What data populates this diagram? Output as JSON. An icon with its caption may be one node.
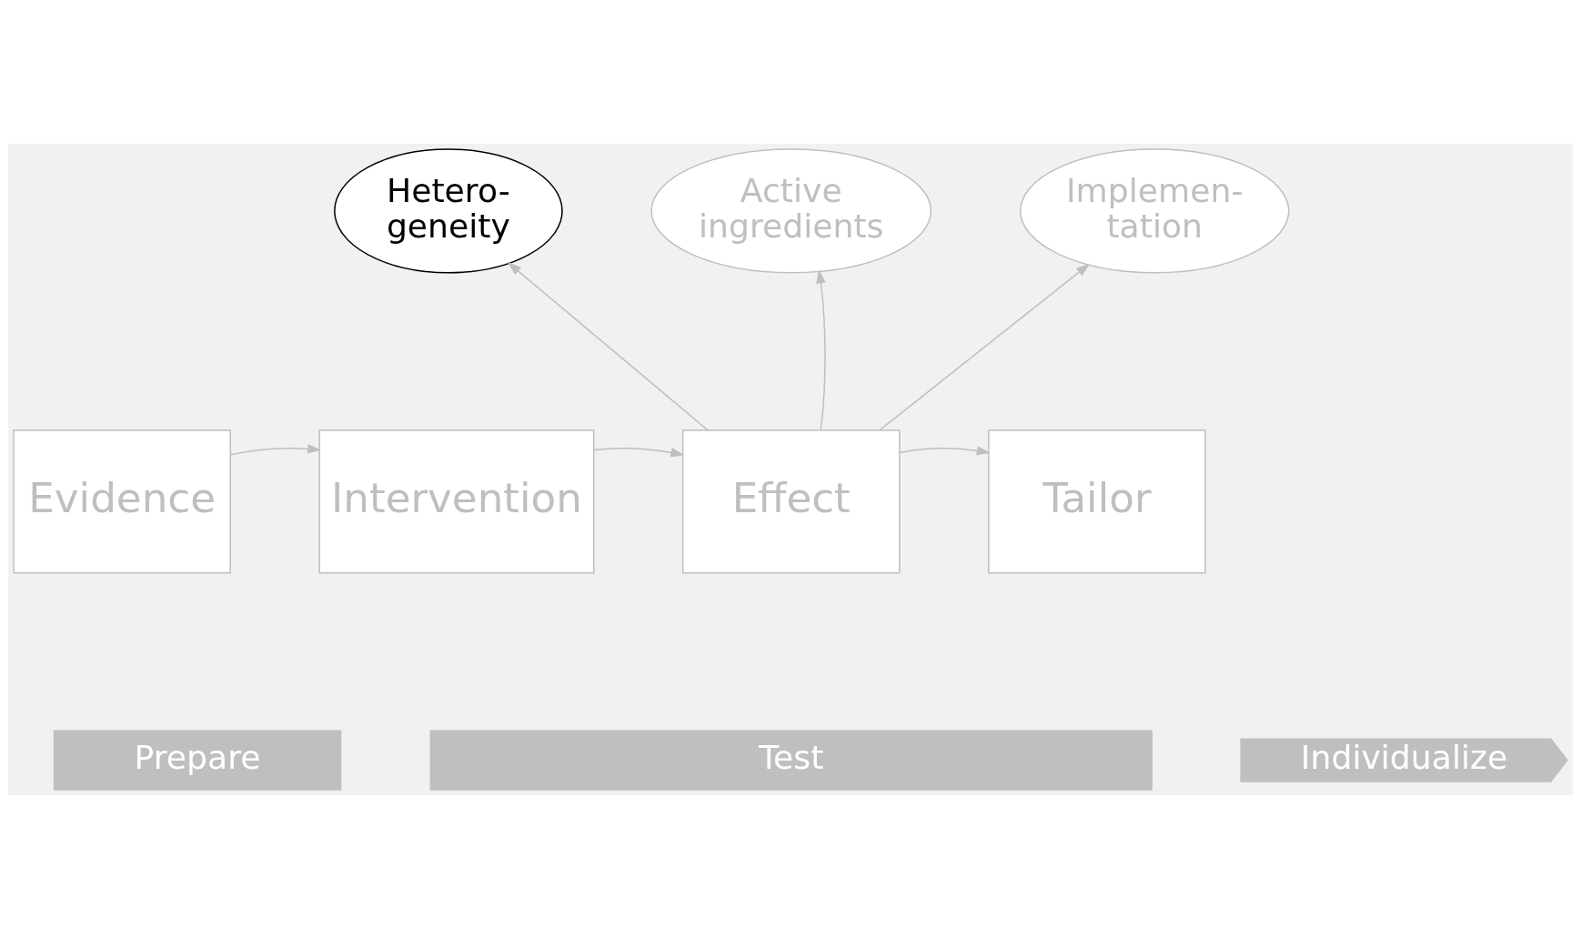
{
  "diagram": {
    "nodes": [
      {
        "text": [
          "Evidence"
        ]
      },
      {
        "text": [
          "Intervention"
        ]
      },
      {
        "text": [
          "Effect"
        ]
      },
      {
        "text": [
          "Tailor"
        ]
      },
      {
        "text": [
          "Hetero- geneity"
        ]
      },
      {
        "text": [
          "Active ingredients"
        ]
      },
      {
        "text": [
          "Implemen- tation"
        ]
      },
      {
        "text": [
          "Prepare"
        ]
      },
      {
        "text": [
          "Test"
        ]
      },
      {
        "text": [
          "Individualize"
        ]
      }
    ],
    "edges": [
      {
        "from": 0,
        "to": 1,
        "arrow": "to"
      },
      {
        "from": 1,
        "to": 2,
        "arrow": "to"
      },
      {
        "from": 2,
        "to": 3,
        "arrow": "to"
      },
      {
        "from": 2,
        "to": 4,
        "arrow": "to"
      },
      {
        "from": 2,
        "to": 5,
        "arrow": "to"
      },
      {
        "from": 2,
        "to": 6,
        "arrow": "to"
      }
    ]
  }
}
